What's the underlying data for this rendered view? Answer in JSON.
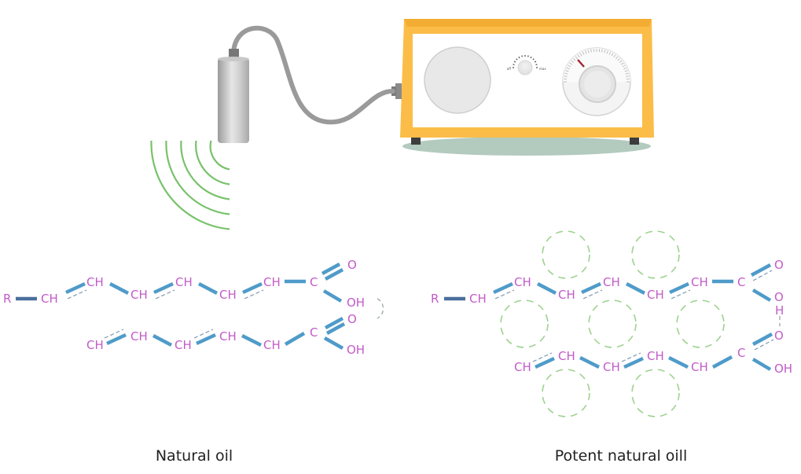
{
  "figure": {
    "captions": {
      "left": "Natural oil",
      "right": "Potent natural oill"
    },
    "device": {
      "name": "ultrasonic generator",
      "knob_labels": {
        "min": "off",
        "max": "max"
      },
      "colors": {
        "housing": "#fbbd48",
        "face": "#ffffff",
        "shadow": "#b3cabf",
        "cable": "#9a9a9a"
      }
    },
    "probe": {
      "name": "ultrasonic transducer probe",
      "wave_count": 5,
      "wave_color": "#78c26b"
    },
    "molecule_colors": {
      "atom_text": "#c25bc9",
      "bond": "#4f9bc9",
      "cavity": "#9ed290"
    },
    "natural_oil": {
      "chain_top": [
        "R",
        "CH",
        "CH",
        "CH",
        "CH",
        "CH",
        "CH",
        "C",
        "O",
        "OH"
      ],
      "chain_bottom": [
        "CH",
        "CH",
        "CH",
        "CH",
        "CH",
        "C",
        "O",
        "OH"
      ]
    },
    "potent_oil": {
      "chain_top": [
        "R",
        "CH",
        "CH",
        "CH",
        "CH",
        "CH",
        "CH",
        "C",
        "O",
        "O",
        "H"
      ],
      "chain_bottom": [
        "CH",
        "CH",
        "CH",
        "CH",
        "CH",
        "C",
        "O",
        "OH"
      ],
      "cavity_count": 7
    }
  }
}
